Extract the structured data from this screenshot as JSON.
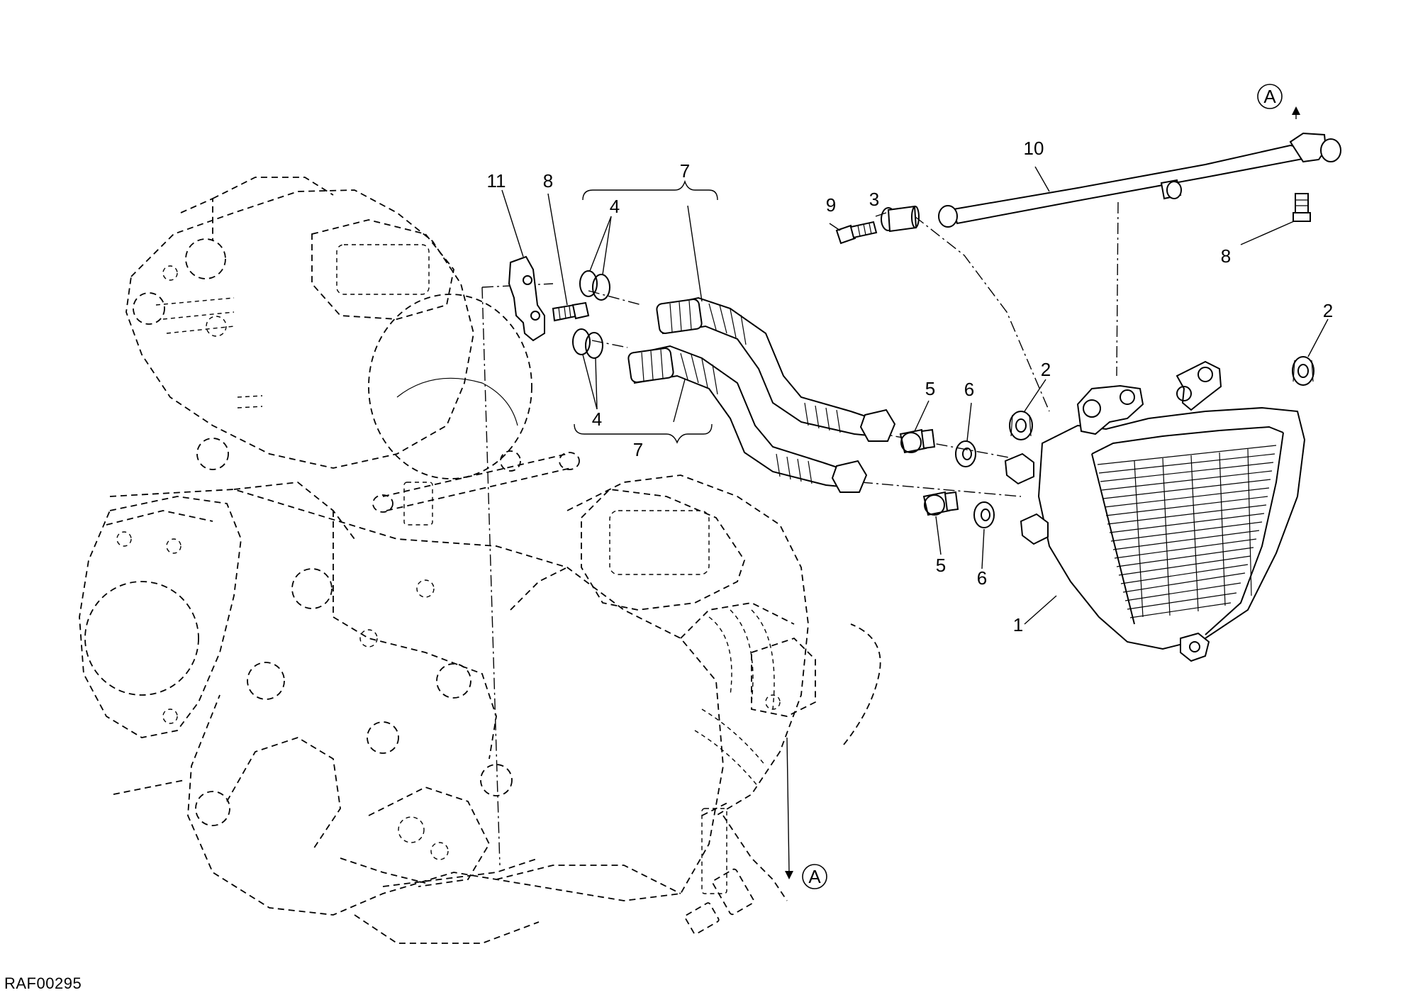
{
  "reference_code": "RAF00295",
  "callouts": {
    "p1": "1",
    "p2_left": "2",
    "p2_right": "2",
    "p3": "3",
    "p4_top": "4",
    "p4_bottom": "4",
    "p5_top": "5",
    "p5_bottom": "5",
    "p6_top": "6",
    "p6_bottom": "6",
    "p7_top": "7",
    "p7_bottom": "7",
    "p8_left": "8",
    "p8_right": "8",
    "p9": "9",
    "p10": "10",
    "p11": "11"
  },
  "connectors": {
    "top": "A",
    "bottom": "A"
  }
}
